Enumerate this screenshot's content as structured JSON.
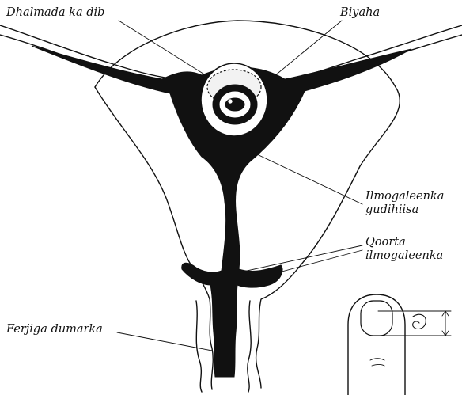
{
  "labels": {
    "ovum_fertilized": "Dhalmada ka dib",
    "embryo": "Biyaha",
    "lining_line1": "Ilmogaleenka",
    "lining_line2": "gudihiisa",
    "cervix_line1": "Qoorta",
    "cervix_line2": "ilmogaleenka",
    "vagina": "Ferjiga dumarka"
  },
  "colors": {
    "ink": "#111111",
    "paper": "#ffffff"
  }
}
